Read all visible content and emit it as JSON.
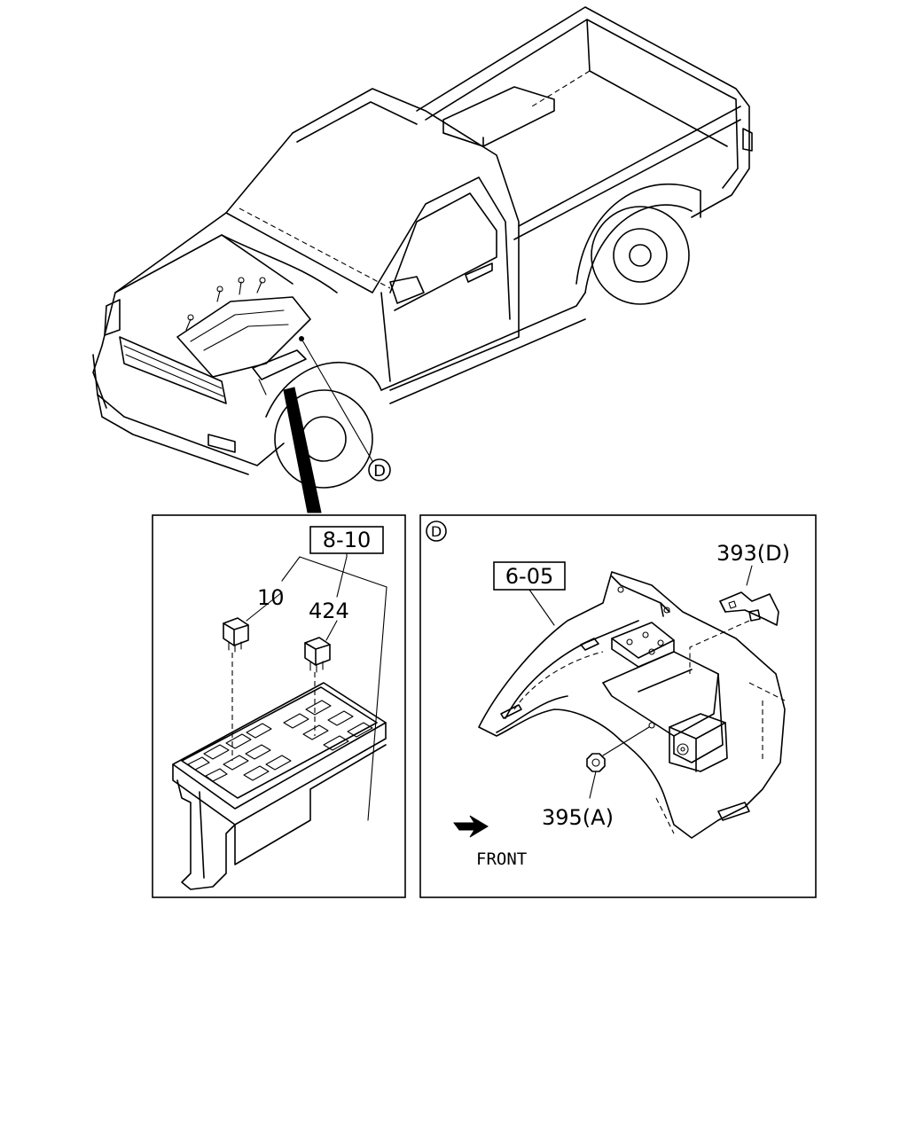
{
  "callouts": {
    "main_detail_marker": "D",
    "panel_right_marker": "D",
    "relay_group_ref": "8-10",
    "relay_a": "10",
    "relay_b": "424",
    "fender_ref": "6-05",
    "bolt_ref": "393(D)",
    "nut_ref": "395(A)",
    "front_label": "FRONT"
  }
}
